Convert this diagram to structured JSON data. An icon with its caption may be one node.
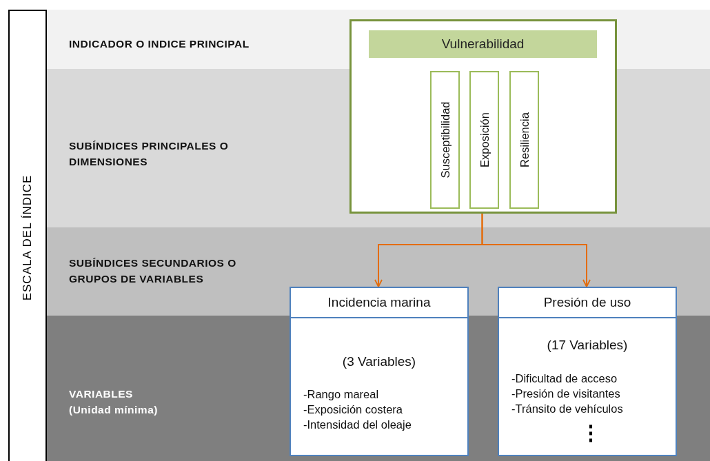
{
  "diagram": {
    "nodes": [
      {
        "text": [
          "ESCALA DEL ÍNDICE"
        ]
      },
      {
        "text": [
          "Vulnerabilidad"
        ]
      },
      {
        "text": [
          "Susceptibilidad"
        ],
        "in": 1
      },
      {
        "text": [
          "Exposición"
        ],
        "in": 1
      },
      {
        "text": [
          "Resiliencia"
        ],
        "in": 1
      },
      {
        "text": [
          "Incidencia marina",
          "(3 Variables)",
          "-Rango mareal",
          "-Exposición costera",
          "-Intensidad del oleaje"
        ]
      },
      {
        "text": [
          "Presión de uso",
          "(17 Variables)",
          "-Dificultad de acceso",
          "-Presión de visitantes",
          "-Tránsito de vehículos",
          "⋮"
        ]
      }
    ],
    "edges": [
      {
        "from": 3,
        "to": 5,
        "arrow": "to"
      },
      {
        "from": 3,
        "to": 6,
        "arrow": "to"
      }
    ],
    "labels": [
      "INDICADOR O INDICE PRINCIPAL",
      "SUBÍNDICES PRINCIPALES O DIMENSIONES",
      "SUBÍNDICES SECUNDARIOS O GRUPOS DE VARIABLES",
      "VARIABLES (Unidad mínima)"
    ]
  }
}
